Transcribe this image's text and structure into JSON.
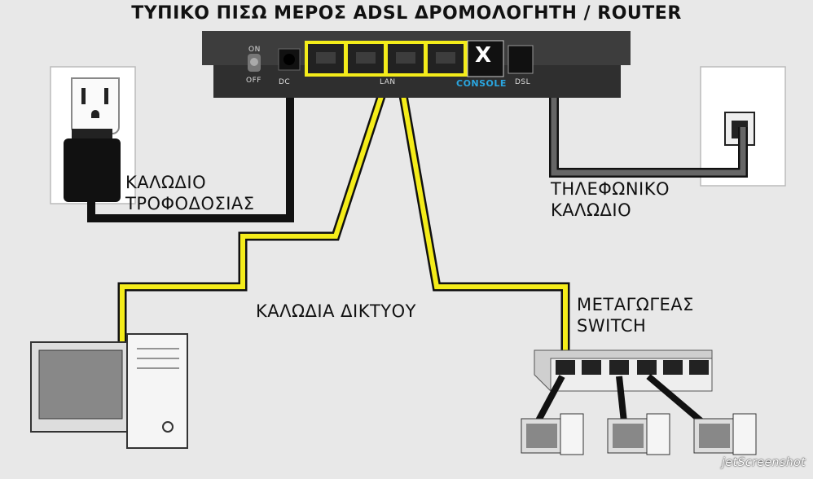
{
  "title": "ΤΥΠΙΚΟ ΠΙΣΩ ΜΕΡΟΣ ADSL ΔΡΟΜΟΛΟΓΗΤΗ / ROUTER",
  "router": {
    "on_label": "ON",
    "off_label": "OFF",
    "dc_label": "DC",
    "lan_label": "LAN",
    "console_label": "CONSOLE",
    "dsl_label": "DSL",
    "console_mark": "X"
  },
  "labels": {
    "power_cable_line1": "ΚΑΛΩΔΙΟ",
    "power_cable_line2": "ΤΡΟΦΟΔΟΣΙΑΣ",
    "phone_cable_line1": "ΤΗΛΕΦΩΝΙΚΟ",
    "phone_cable_line2": "ΚΑΛΩΔΙΟ",
    "network_cables": "ΚΑΛΩΔΙΑ ΔΙΚΤΥΟΥ",
    "switch_line1": "ΜΕΤΑΓΩΓΕΑΣ",
    "switch_line2": "SWITCH"
  },
  "watermark": "jetScreenshot",
  "colors": {
    "network_cable": "#f4ec1a",
    "power_cable": "#1a1a1a",
    "phone_cable": "#555555",
    "router_body": "#3a3a3a",
    "console_text": "#2aa6e0"
  },
  "icons": [
    "power-outlet-icon",
    "power-adapter-icon",
    "phone-jack-icon",
    "router-icon",
    "switch-icon",
    "computer-icon"
  ]
}
